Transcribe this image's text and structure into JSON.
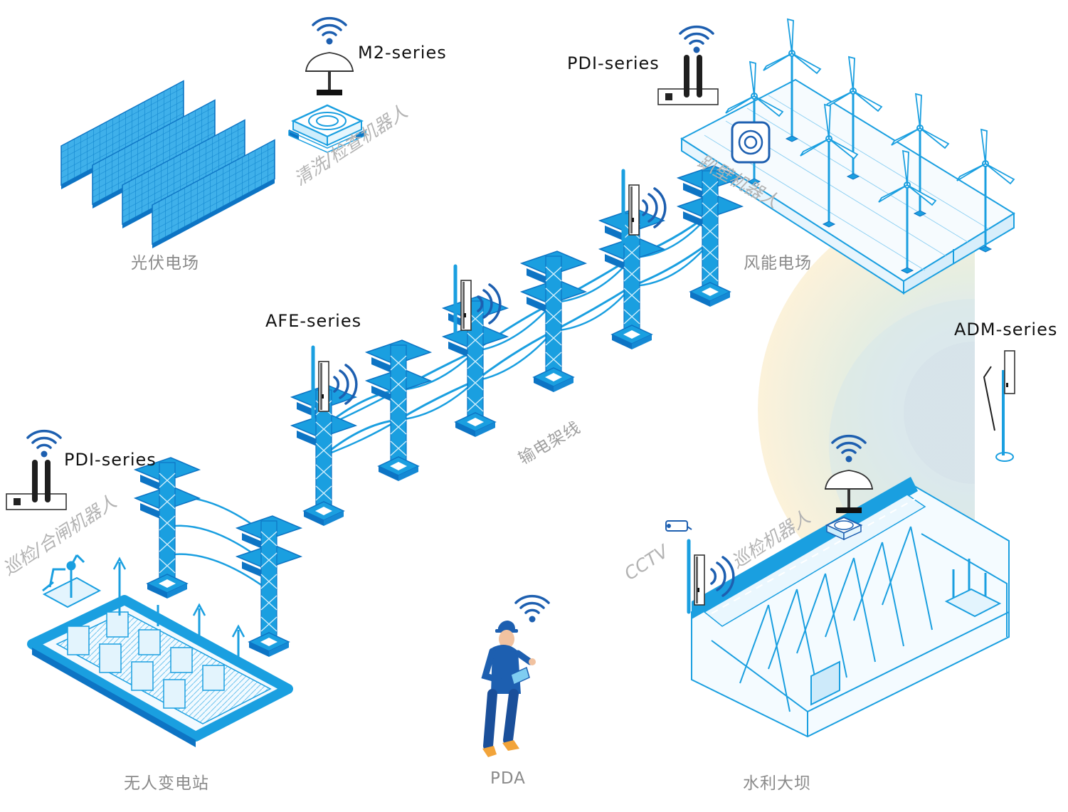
{
  "sites": {
    "solar": "光伏电场",
    "wind": "风能电场",
    "transmission": "输电架线",
    "substation": "无人变电站",
    "pda": "PDA",
    "dam": "水利大坝"
  },
  "products": {
    "m2": "M2-series",
    "pdi_top": "PDI-series",
    "afe": "AFE-series",
    "adm": "ADM-series",
    "pdi_left": "PDI-series"
  },
  "robots": {
    "cleaning": "清洗/检查机器人",
    "wall": "趴壁机器人",
    "inspect_close": "巡检/合闸机器人",
    "inspect": "巡检机器人",
    "cctv": "CCTV"
  },
  "colors": {
    "accent": "#1a9fe0",
    "accent_dark": "#0d74c4",
    "wifi": "#1d5fb0",
    "label": "#8a8a8a",
    "robot_label": "#b3b3b3"
  },
  "icons": [
    "wifi-icon",
    "router-icon",
    "antenna-icon",
    "dome-antenna-icon",
    "worker-icon",
    "cctv-camera-icon"
  ]
}
